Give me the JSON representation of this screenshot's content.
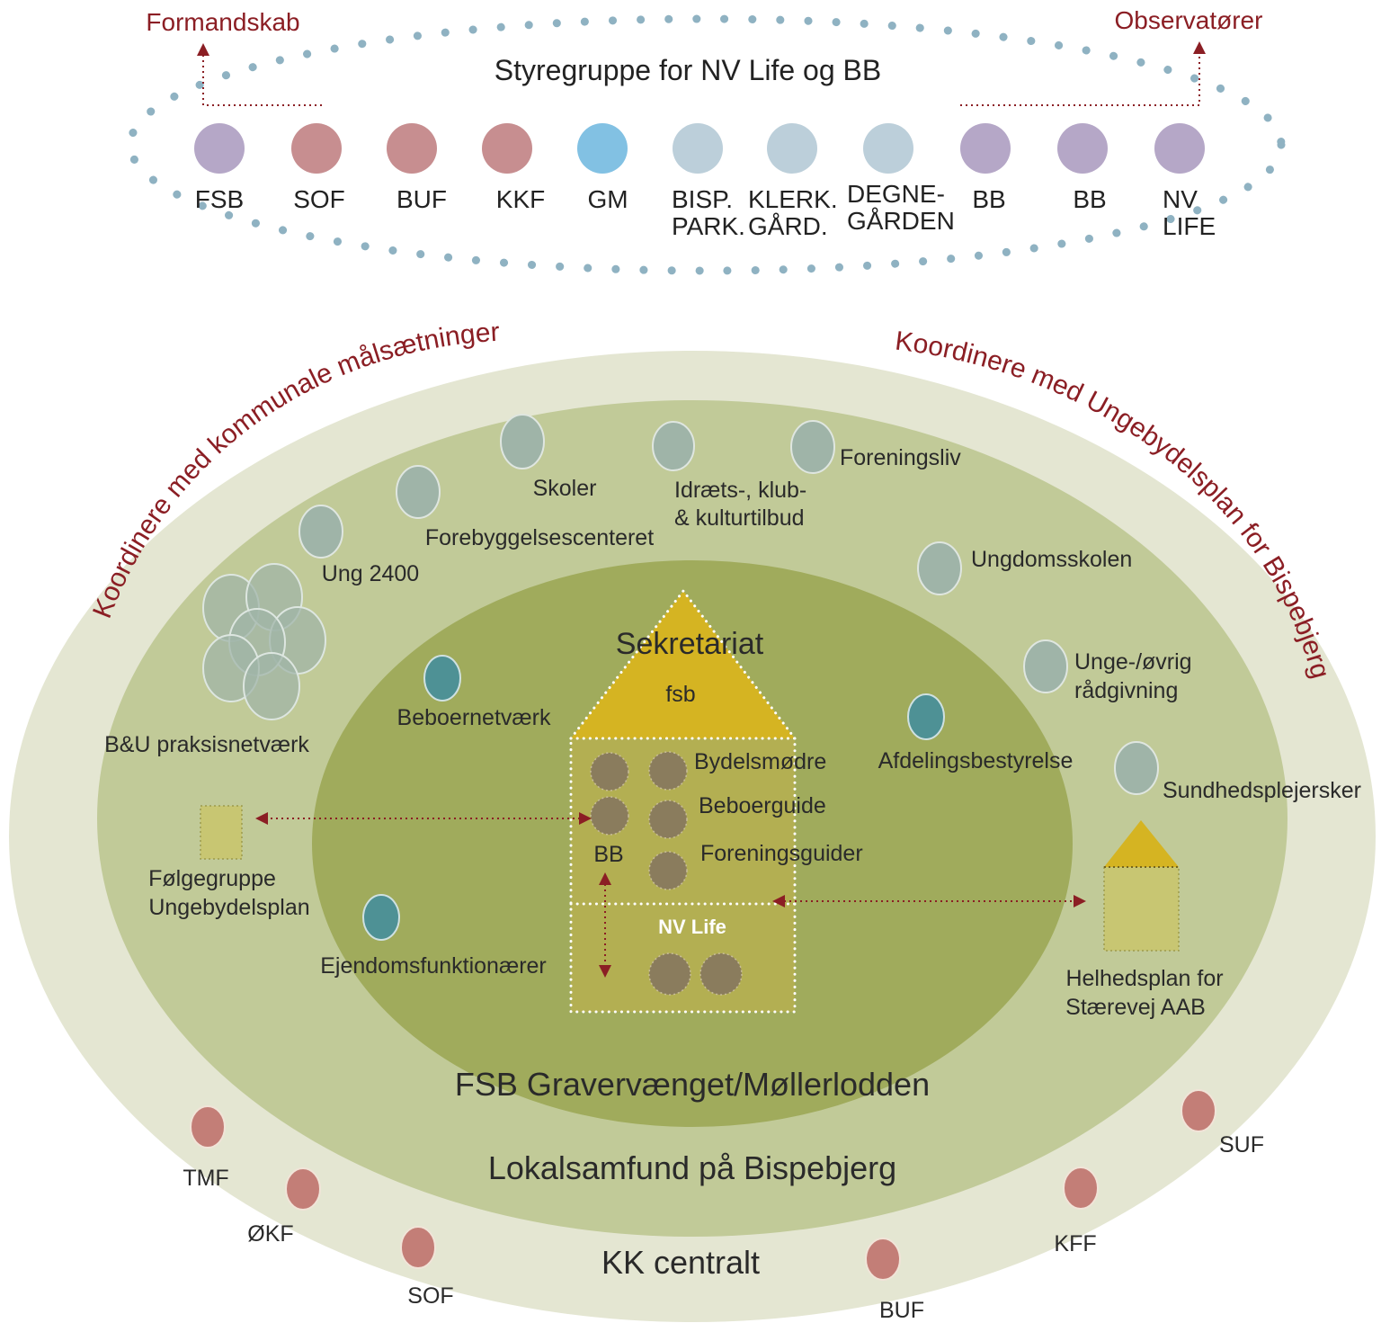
{
  "colors": {
    "accent": "#8b1e24",
    "outer_ring": "#e4e6d2",
    "middle_ring": "#c1ca98",
    "inner_ring": "#a0ab5c",
    "house_roof": "#d5b422",
    "house_body": "#b3af52",
    "purple_dot": "#b5a7c7",
    "rose_dot": "#c78e90",
    "blue_dot": "#82c1e3",
    "light_blue_dot": "#bccfda",
    "dotted_border": "#8fb2c2",
    "sage_circle": "#9fb4a8",
    "teal_circle": "#4e9195",
    "brown_circle": "#8a7c5d",
    "kk_dot": "#c37e77",
    "tag_box": "#c8c672"
  },
  "steering": {
    "title": "Styregruppe for NV Life og BB",
    "chair_label": "Formandskab",
    "observers_label": "Observatører",
    "members": [
      {
        "lines": [
          "FSB"
        ],
        "color": "purple"
      },
      {
        "lines": [
          "SOF"
        ],
        "color": "rose"
      },
      {
        "lines": [
          "BUF"
        ],
        "color": "rose"
      },
      {
        "lines": [
          "KKF"
        ],
        "color": "rose"
      },
      {
        "lines": [
          "GM"
        ],
        "color": "blue"
      },
      {
        "lines": [
          "BISP.",
          "PARK."
        ],
        "color": "lightblue"
      },
      {
        "lines": [
          "KLERK.",
          "GÅRD."
        ],
        "color": "lightblue"
      },
      {
        "lines": [
          "DEGNE-",
          "GÅRDEN"
        ],
        "color": "lightblue"
      },
      {
        "lines": [
          "BB"
        ],
        "color": "purple"
      },
      {
        "lines": [
          "BB"
        ],
        "color": "purple"
      },
      {
        "lines": [
          "NV",
          "LIFE"
        ],
        "color": "purple"
      }
    ]
  },
  "arcs": {
    "left": "Koordinere med kommunale målsætninger",
    "right": "Koordinere med Ungebydelsplan for Bispebjerg"
  },
  "rings": {
    "inner": "FSB Gravervænget/Møllerlodden",
    "middle": "Lokalsamfund på Bispebjerg",
    "outer": "KK centralt"
  },
  "community": {
    "skoler": "Skoler",
    "idraet": [
      "Idræts-, klub-",
      "& kulturtilbud"
    ],
    "foreningsliv": "Foreningsliv",
    "forebyggelse": "Forebyggelsescenteret",
    "ung2400": "Ung 2400",
    "ungdomsskolen": "Ungdomsskolen",
    "unge_raadgivning": [
      "Unge-/øvrig",
      "rådgivning"
    ],
    "sundhed": "Sundhedsplejersker",
    "praksis": "B&U praksisnetværk",
    "folgegruppe": [
      "Følgegruppe",
      "Ungebydelsplan"
    ],
    "helhedsplan": [
      "Helhedsplan for",
      "Stærevej AAB"
    ]
  },
  "estate": {
    "beboernetvaerk": "Beboernetværk",
    "afdelingsbestyrelse": "Afdelingsbestyrelse",
    "ejendom": "Ejendomsfunktionærer"
  },
  "house": {
    "title": "Sekretariat",
    "roof_label": "fsb",
    "bb_label": "BB",
    "roles": [
      "Bydelsmødre",
      "Beboerguide",
      "Foreningsguider"
    ],
    "nvlife": "NV Life"
  },
  "kk_departments": [
    "TMF",
    "ØKF",
    "SOF",
    "BUF",
    "KFF",
    "SUF"
  ]
}
